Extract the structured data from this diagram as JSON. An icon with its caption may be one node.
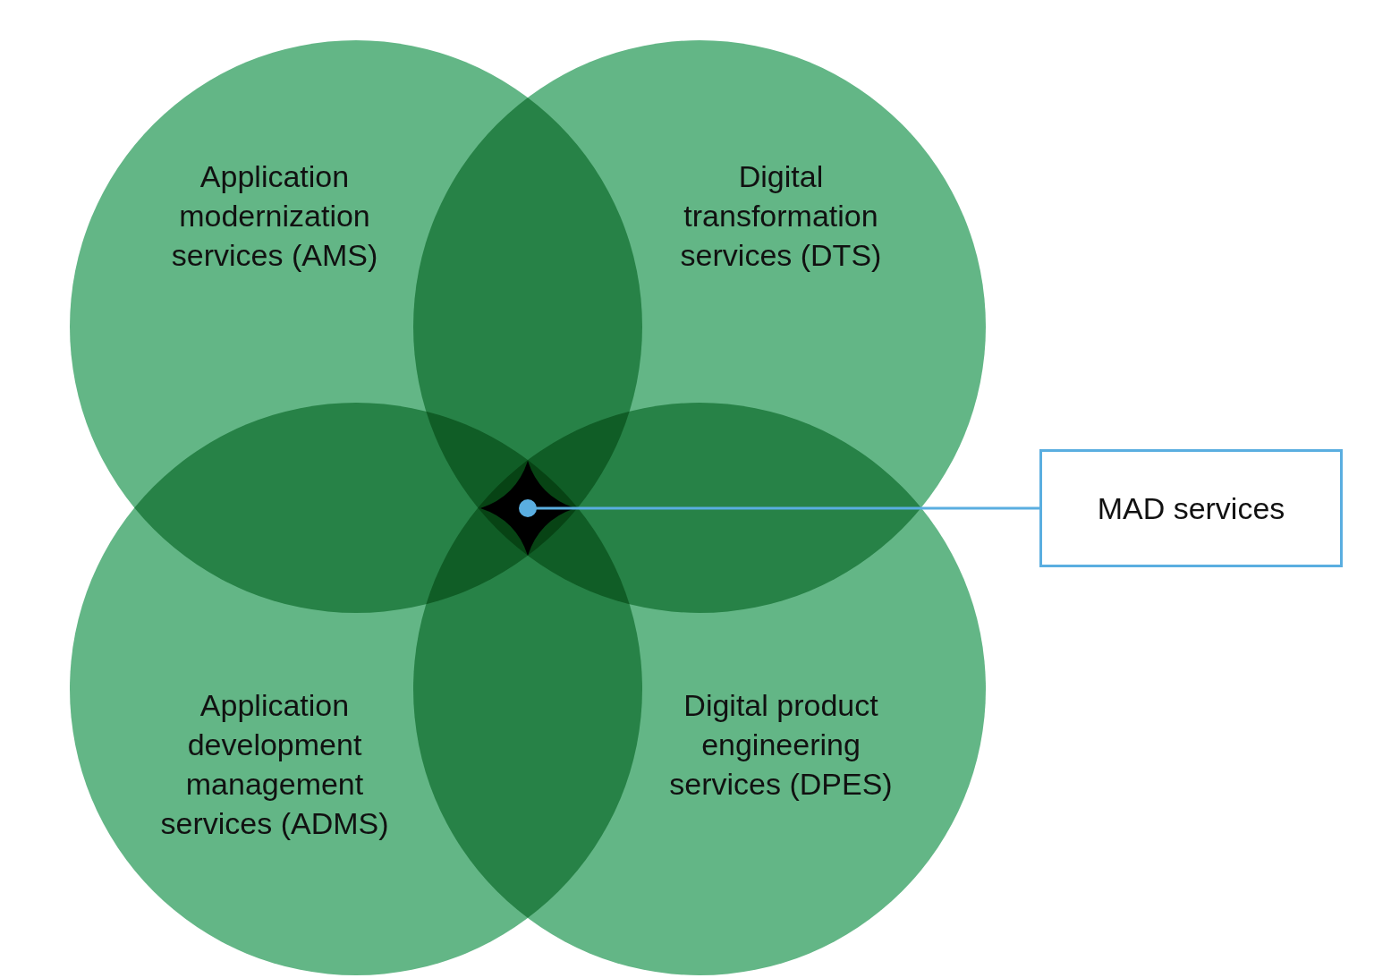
{
  "diagram": {
    "nodes": [
      {
        "text": [
          "Application modernization services (AMS)"
        ]
      },
      {
        "text": [
          "Digital transformation services (DTS)"
        ]
      },
      {
        "text": [
          "Application development management services (ADMS)"
        ]
      },
      {
        "text": [
          "Digital product engineering services (DPES)"
        ]
      },
      {
        "text": [],
        "shape": "diamond"
      },
      {
        "text": [
          "MAD services"
        ]
      }
    ],
    "edges": [
      {
        "from": 5,
        "to": 4,
        "arrow": "other"
      }
    ]
  }
}
